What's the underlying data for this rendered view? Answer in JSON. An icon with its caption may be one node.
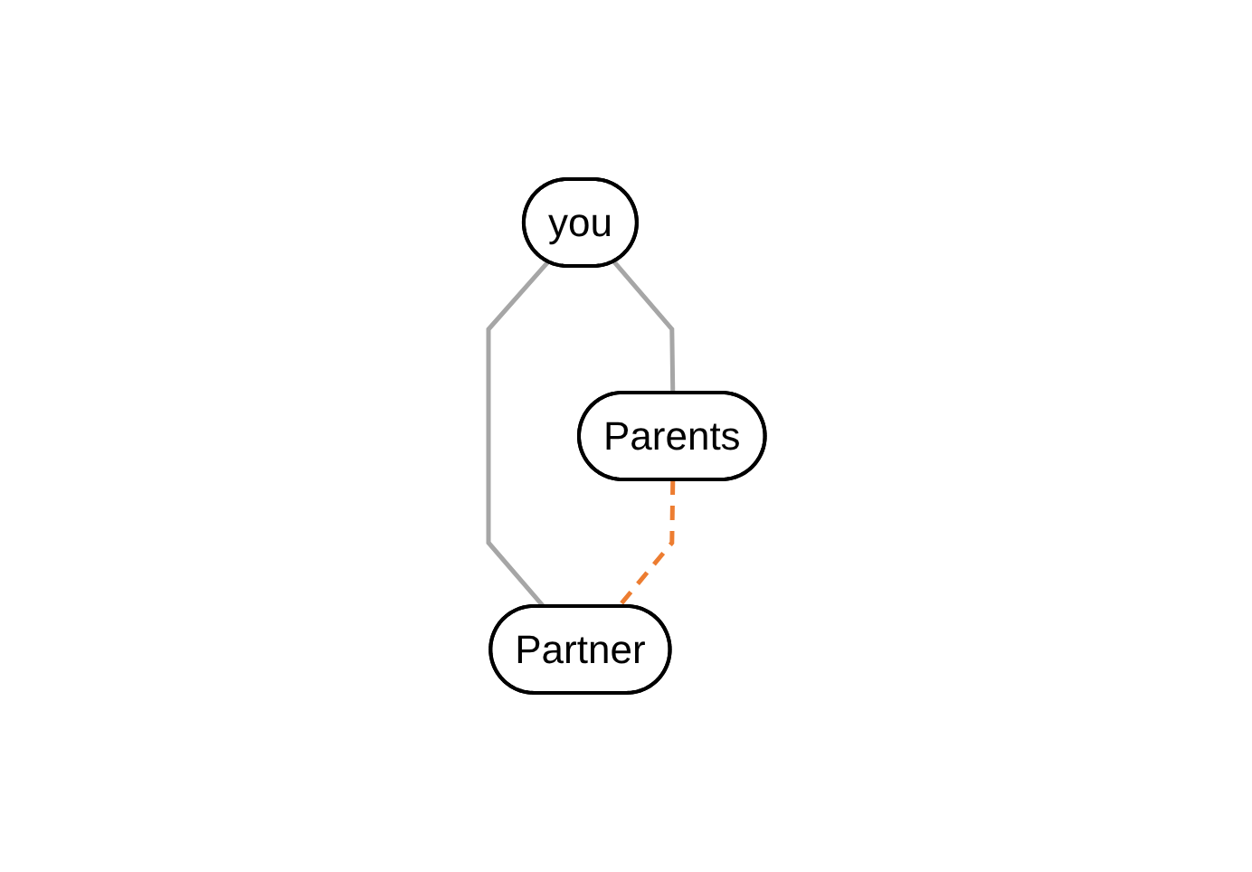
{
  "diagram": {
    "nodes": [
      {
        "text": [
          "you"
        ]
      },
      {
        "text": [
          "Parents"
        ]
      },
      {
        "text": [
          "Partner"
        ]
      }
    ],
    "edges": [
      {
        "from": 0,
        "to": 1,
        "arrow": "none"
      },
      {
        "from": 0,
        "to": 2,
        "arrow": "none"
      },
      {
        "from": 1,
        "to": 2,
        "arrow": "none",
        "style": "dashed",
        "color": "#ed7d31"
      }
    ]
  }
}
